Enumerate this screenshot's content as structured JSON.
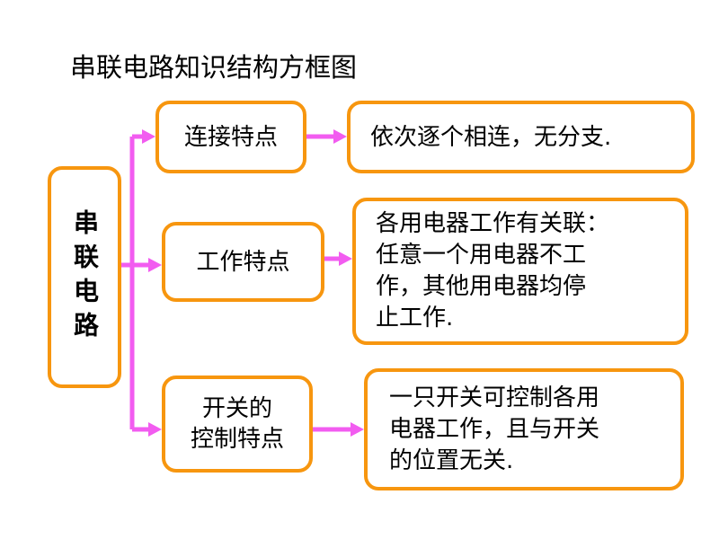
{
  "title": "串联电路知识结构方框图",
  "root": "串联电路",
  "branches": [
    {
      "label": "连接特点",
      "detail": "依次逐个相连，无分支."
    },
    {
      "label": "工作特点",
      "detail": [
        "各用电器工作有关联：",
        "任意一个用电器不工",
        "作，其他用电器均停",
        "止工作."
      ]
    },
    {
      "label": [
        "开关的",
        "控制特点"
      ],
      "detail": [
        "一只开关可控制各用",
        "电器工作，且与开关",
        "的位置无关."
      ]
    }
  ],
  "colors": {
    "box_border": "#f7960f",
    "arrow": "#f25cf0"
  }
}
